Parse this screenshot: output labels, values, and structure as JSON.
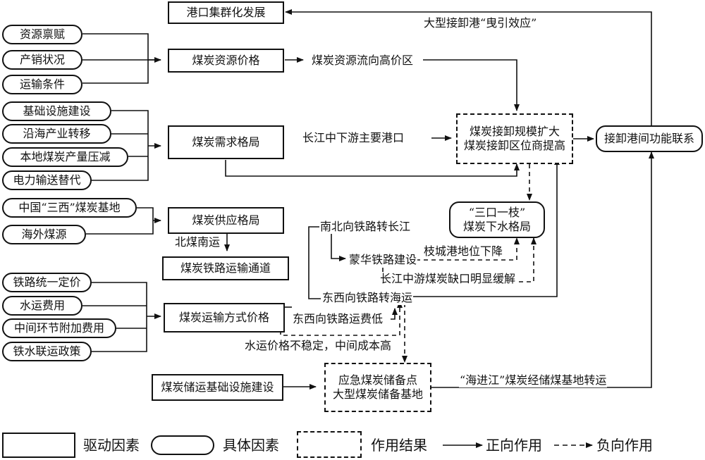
{
  "drivers": {
    "port_cluster": "港口集群化发展",
    "resource_price": "煤炭资源价格",
    "demand_pattern": "煤炭需求格局",
    "supply_pattern": "煤炭供应格局",
    "rail_channel": "煤炭铁路运输通道",
    "transport_price": "煤炭运输方式价格",
    "storage_infra": "煤炭储运基础设施建设"
  },
  "factors": {
    "resource_endowment": "资源禀赋",
    "production_sales": "产销状况",
    "transport_conditions": "运输条件",
    "infrastructure": "基础设施建设",
    "coastal_industry": "沿海产业转移",
    "local_output_cut": "本地煤炭产量压减",
    "power_transmission": "电力输送替代",
    "china_three_west": "中国“三西”煤炭基地",
    "overseas_coal": "海外煤源",
    "railway_unified_price": "铁路统一定价",
    "water_freight": "水运费用",
    "intermediate_fees": "中间环节附加费用",
    "rail_water_policy": "铁水联运政策",
    "port_function_link": "接卸港间功能联系",
    "three_ports_one_zhi": [
      "“三口一枝”",
      "煤炭下水格局"
    ]
  },
  "results": {
    "unloading_scale": [
      "煤炭接卸规模扩大",
      "煤炭接卸区位商提高"
    ],
    "emergency_storage": [
      "应急煤炭储备点",
      "大型煤炭储备基地"
    ]
  },
  "edge_labels": {
    "towing_effect": "大型接卸港“曳引效应”",
    "flow_to_high_price": "煤炭资源流向高价区",
    "yangtze_main_ports": "长江中下游主要港口",
    "north_coal_south": "北煤南运",
    "ns_rail_to_yangtze": "南北向铁路转长江",
    "menghua_railway": "蒙华铁路建设",
    "zhicheng_decline": "枝城港地位下降",
    "yangtze_gap_eased": "长江中游煤炭缺口明显缓解",
    "ew_rail_to_sea": "东西向铁路转海运",
    "ew_rail_freight_low": "东西向铁路运费低",
    "water_price_unstable": "水运价格不稳定，中间成本高",
    "sea_into_river": "“海进江”煤炭经储煤基地转运"
  },
  "legend": {
    "driver": "驱动因素",
    "factor": "具体因素",
    "result": "作用结果",
    "positive": "正向作用",
    "negative": "负向作用"
  }
}
